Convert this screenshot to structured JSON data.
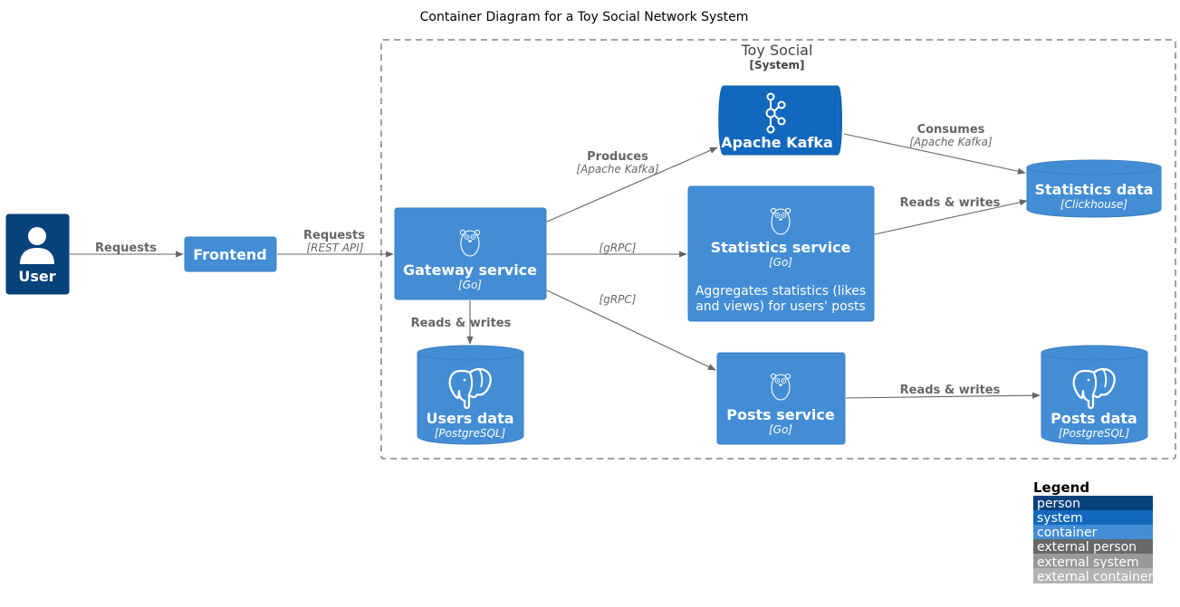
{
  "diagram": {
    "title": "Container Diagram for a Toy Social Network System",
    "boundary": {
      "name": "Toy Social",
      "kind": "[System]"
    },
    "colors": {
      "person": "#08427B",
      "system": "#1168BD",
      "container": "#438DD5",
      "external_person": "#686868",
      "external_system": "#999999",
      "external_container": "#B3B3B3",
      "edge": "#666666"
    },
    "nodes": {
      "user": {
        "name": "User"
      },
      "frontend": {
        "name": "Frontend"
      },
      "gateway": {
        "name": "Gateway service",
        "tech": "[Go]"
      },
      "kafka": {
        "name": "Apache Kafka"
      },
      "stats_service": {
        "name": "Statistics service",
        "tech": "[Go]",
        "desc_line1": "Aggregates statistics (likes",
        "desc_line2": "and views) for users' posts"
      },
      "stats_data": {
        "name": "Statistics data",
        "tech": "[Clickhouse]"
      },
      "posts_service": {
        "name": "Posts service",
        "tech": "[Go]"
      },
      "posts_data": {
        "name": "Posts data",
        "tech": "[PostgreSQL]"
      },
      "users_data": {
        "name": "Users data",
        "tech": "[PostgreSQL]"
      }
    },
    "relations": {
      "user_frontend": {
        "label": "Requests"
      },
      "frontend_gateway": {
        "label": "Requests",
        "tech": "[REST API]"
      },
      "gateway_kafka": {
        "label": "Produces",
        "tech": "[Apache Kafka]"
      },
      "kafka_stats_data": {
        "label": "Consumes",
        "tech": "[Apache Kafka]"
      },
      "gateway_stats_service": {
        "tech": "[gRPC]"
      },
      "stats_service_stats_data": {
        "label": "Reads & writes"
      },
      "gateway_posts_service": {
        "tech": "[gRPC]"
      },
      "gateway_users_data": {
        "label": "Reads & writes"
      },
      "posts_service_posts_data": {
        "label": "Reads & writes"
      }
    },
    "legend": {
      "title": "Legend",
      "items": [
        "person",
        "system",
        "container",
        "external person",
        "external system",
        "external container"
      ]
    }
  }
}
